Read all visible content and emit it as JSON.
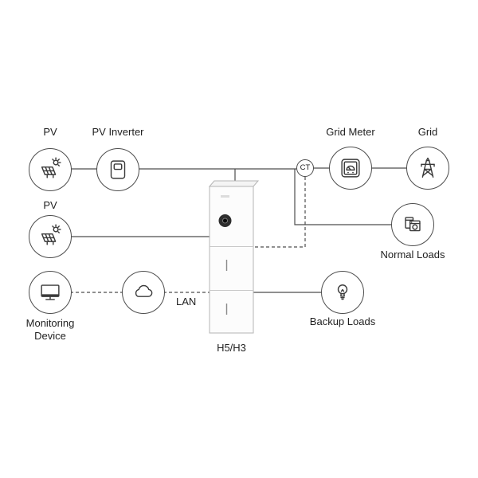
{
  "nodes": {
    "pv_top": {
      "label": "PV"
    },
    "pv_inverter": {
      "label": "PV Inverter"
    },
    "grid_meter": {
      "label": "Grid Meter"
    },
    "grid": {
      "label": "Grid"
    },
    "pv_bottom": {
      "label": "PV"
    },
    "normal_loads": {
      "label": "Normal Loads"
    },
    "monitoring_device": {
      "label": "Monitoring Device"
    },
    "lan": {
      "label": "LAN"
    },
    "backup_loads": {
      "label": "Backup Loads"
    },
    "ct_sensor": {
      "label": "CT"
    },
    "inverter_battery_unit": {
      "label": "H5/H3"
    }
  },
  "colors": {
    "line_color": "#4d4d4d",
    "circle_border": "#4d4d4d",
    "icon_color": "#3a3a3a",
    "unit_border": "#b5b5b5",
    "background": "#ffffff"
  }
}
